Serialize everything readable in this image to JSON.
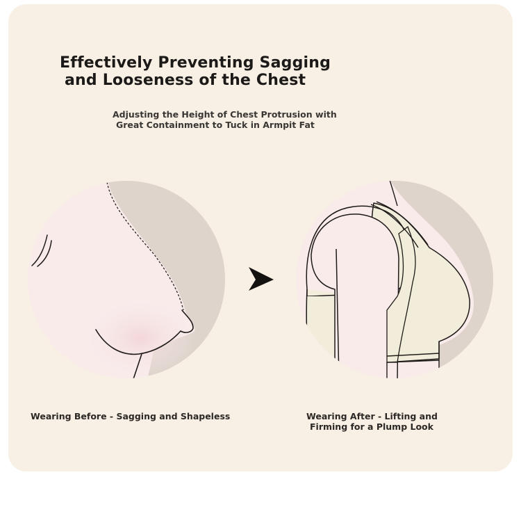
{
  "headline": {
    "line1": "Effectively Preventing Sagging",
    "line2": "and Looseness of the Chest"
  },
  "subheadline": {
    "line1": "Adjusting the Height of Chest Protrusion with",
    "line2": "Great Containment to Tuck in Armpit Fat"
  },
  "before": {
    "caption": "Wearing Before - Sagging and Shapeless"
  },
  "after": {
    "caption_line1": "Wearing After - Lifting and",
    "caption_line2": "Firming for a Plump Look"
  },
  "colors": {
    "card_background": "#f8f0e4",
    "circle_shadow": "#ded4cc",
    "skin": "#f8eaea",
    "bra_fabric": "#f3eedc",
    "outline": "#1e1a18"
  },
  "icons": {
    "arrow": "right-arrowhead-icon"
  }
}
